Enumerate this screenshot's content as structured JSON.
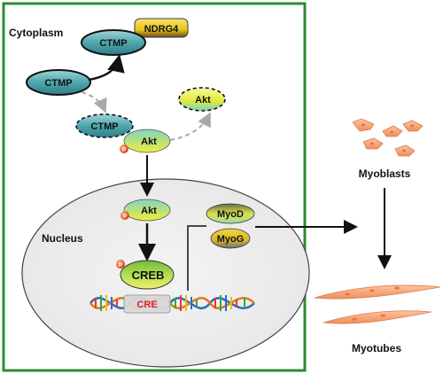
{
  "compartments": {
    "cytoplasm_label": "Cytoplasm",
    "nucleus_label": "Nucleus"
  },
  "molecules": {
    "ctmp_inactive": "CTMP",
    "ctmp_active": "CTMP",
    "ndrg4": "NDRG4",
    "ctmp_dashed": "CTMP",
    "akt_free": "Akt",
    "akt_bound": "Akt",
    "akt_nuclear": "Akt",
    "creb": "CREB",
    "cre": "CRE",
    "myod": "MyoD",
    "myog": "MyoG",
    "phospho": "P"
  },
  "cells": {
    "myoblasts_label": "Myoblasts",
    "myotubes_label": "Myotubes"
  },
  "colors": {
    "cytoplasm_border": "#2e8b2e",
    "ctmp_teal": "#4fa6ad",
    "akt_yellow": "#d8e83a",
    "akt_teal": "#62c2b9",
    "ndrg4_gold": "#e7c21c",
    "creb_green": "#8bc34a",
    "cell_orange": "#f6a57a",
    "phospho_red": "#e04020",
    "cre_red": "#e02020"
  }
}
